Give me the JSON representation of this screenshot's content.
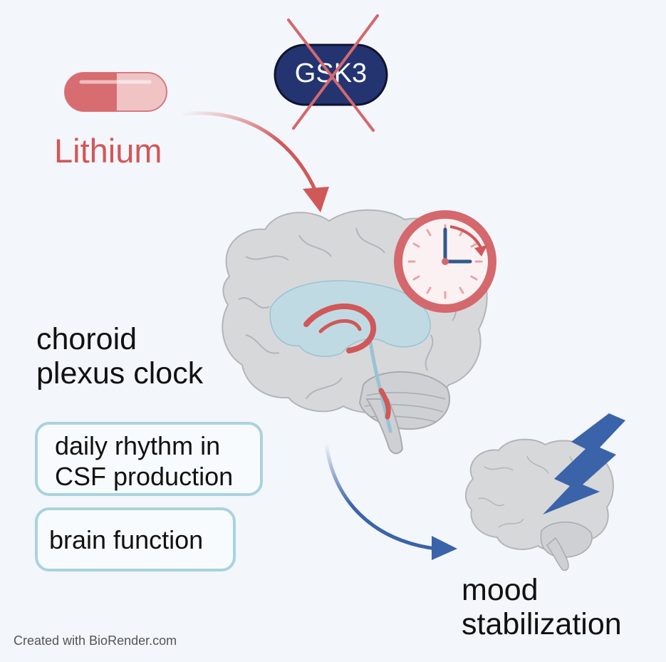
{
  "lithium_label": "Lithium",
  "gsk3_label": "GSK3",
  "choroid_line1": "choroid",
  "choroid_line2": "plexus clock",
  "box1_line1": "daily rhythm in",
  "box1_line2": "CSF production",
  "box2_text": "brain function",
  "mood_line1": "mood",
  "mood_line2": "stabilization",
  "credit": "Created with BioRender.com",
  "colors": {
    "lithium_red": "#d05858",
    "gsk3_navy": "#233470",
    "clock_red": "#d4686d",
    "arrow_blue": "#3a63a9",
    "box_border": "#a9d3de",
    "brain_gray": "#d7d8da"
  }
}
